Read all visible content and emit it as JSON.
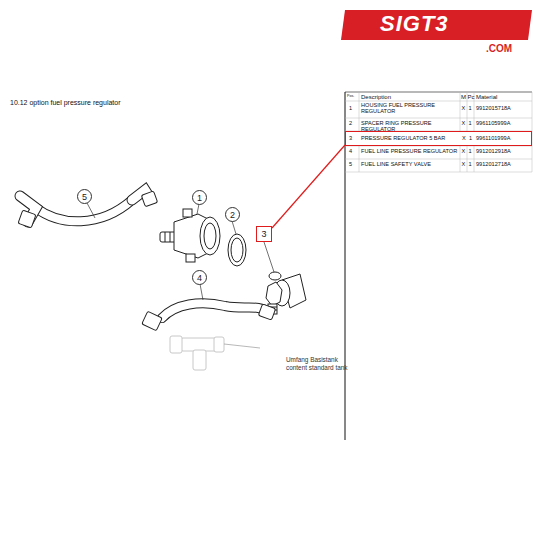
{
  "diagram": {
    "title": "10.12  option fuel pressure regulator",
    "nodes": [
      {
        "text": [
          "3",
          "PRESSURE REGULATOR 5 BAR",
          "X",
          "1",
          "9961101999A"
        ]
      },
      {
        "text": [
          "5"
        ]
      },
      {
        "text": [
          "1"
        ]
      },
      {
        "text": [
          "2"
        ]
      },
      {
        "text": [
          "3"
        ]
      },
      {
        "text": [
          "4"
        ]
      }
    ],
    "edges": [
      {
        "from": 0,
        "to": 4,
        "arrow": "none"
      }
    ],
    "labels": [
      "SIGT3",
      ".COM",
      "Pos.",
      "Description",
      "M",
      "Pc",
      "Material",
      "1",
      "HOUSING FUEL PRESSURE REGULATOR",
      "X",
      "1",
      "9912015718A",
      "2",
      "SPACER RING PRESSURE REGULATOR",
      "X",
      "1",
      "9961105999A",
      "4",
      "FUEL LINE PRESSURE REGULATOR",
      "X",
      "1",
      "9912012918A",
      "5",
      "FUEL LINE SAFETY VALVE",
      "X",
      "1",
      "9912012718A",
      "Umfang Basistank",
      "content standard tank"
    ]
  }
}
